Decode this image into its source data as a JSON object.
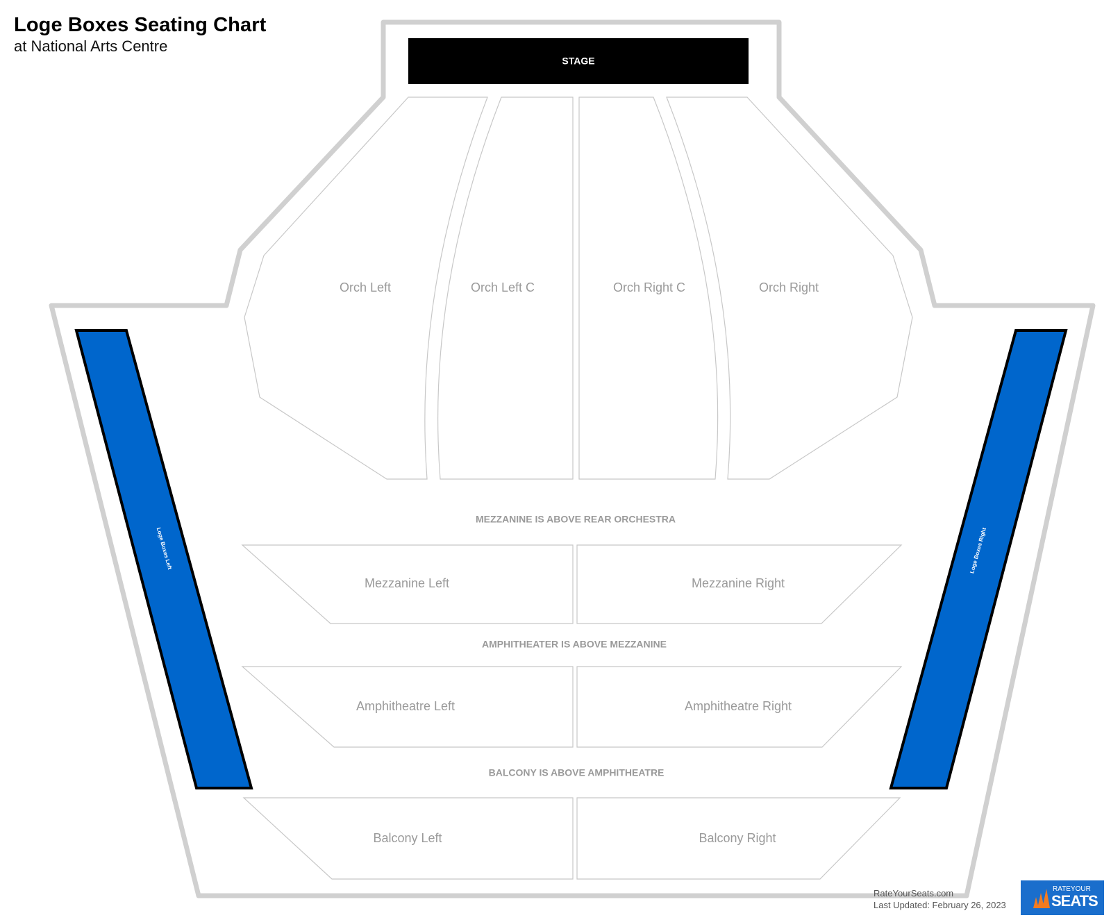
{
  "header": {
    "title": "Loge Boxes Seating Chart",
    "subtitle": "at National Arts Centre"
  },
  "stage": {
    "label": "STAGE"
  },
  "sections": {
    "orch_left": "Orch Left",
    "orch_left_c": "Orch Left C",
    "orch_right_c": "Orch Right C",
    "orch_right": "Orch Right",
    "mezz_left": "Mezzanine Left",
    "mezz_right": "Mezzanine Right",
    "amph_left": "Amphitheatre Left",
    "amph_right": "Amphitheatre Right",
    "balc_left": "Balcony Left",
    "balc_right": "Balcony Right",
    "loge_left": "Loge Boxes Left",
    "loge_right": "Loge Boxes Right"
  },
  "notes": {
    "mezzanine": "MEZZANINE IS ABOVE REAR ORCHESTRA",
    "amphitheater": "AMPHITHEATER IS ABOVE MEZZANINE",
    "balcony": "BALCONY IS ABOVE AMPHITHEATRE"
  },
  "footer": {
    "site": "RateYourSeats.com",
    "updated": "Last Updated: February 26, 2023"
  },
  "logo": {
    "line1": "RATEYOUR",
    "line2": "SEATS"
  },
  "colors": {
    "highlight": "#0066cc",
    "stage": "#000000",
    "outline": "#d0d0d0",
    "section_text": "#9a9a9a"
  }
}
